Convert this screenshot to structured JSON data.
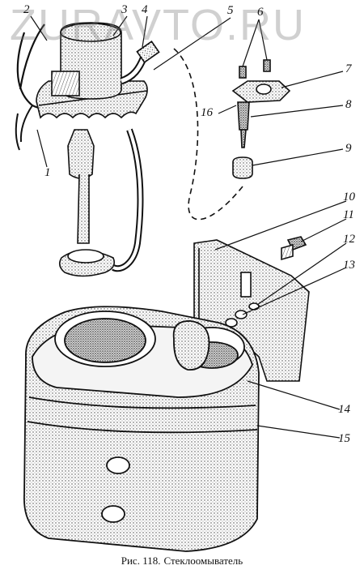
{
  "watermark": "ZURAVTO.RU",
  "callouts": [
    {
      "id": "c2",
      "text": "2"
    },
    {
      "id": "c3",
      "text": "3"
    },
    {
      "id": "c4",
      "text": "4"
    },
    {
      "id": "c5",
      "text": "5"
    },
    {
      "id": "c6",
      "text": "6"
    },
    {
      "id": "c7",
      "text": "7"
    },
    {
      "id": "c16",
      "text": "16"
    },
    {
      "id": "c8",
      "text": "8"
    },
    {
      "id": "c9",
      "text": "9"
    },
    {
      "id": "c1",
      "text": "1"
    },
    {
      "id": "c10",
      "text": "10"
    },
    {
      "id": "c11",
      "text": "11"
    },
    {
      "id": "c12",
      "text": "12"
    },
    {
      "id": "c13",
      "text": "13"
    },
    {
      "id": "c14",
      "text": "14"
    },
    {
      "id": "c15",
      "text": "15"
    }
  ],
  "caption": {
    "figure": "Рис. 118.",
    "title": "Стеклоомыватель"
  }
}
